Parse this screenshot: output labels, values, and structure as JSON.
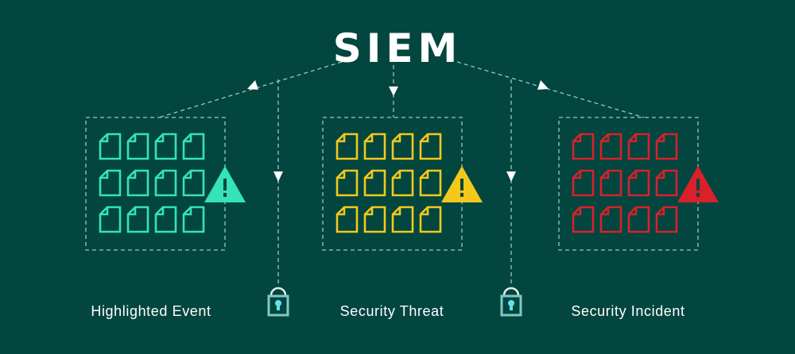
{
  "title": "SIEM",
  "panels": [
    {
      "label": "Highlighted Event",
      "color": "#35e3b6",
      "icon": "warning-icon"
    },
    {
      "label": "Security Threat",
      "color": "#f4c81b",
      "icon": "warning-icon"
    },
    {
      "label": "Security Incident",
      "color": "#d9202b",
      "icon": "warning-icon"
    }
  ],
  "documents_per_panel": 12,
  "lock_icon": "padlock-icon",
  "colors": {
    "background": "#02463f",
    "lines": "#9cc7c2",
    "lock": "#7fc9c4",
    "keyhole": "#5fe3ec"
  }
}
